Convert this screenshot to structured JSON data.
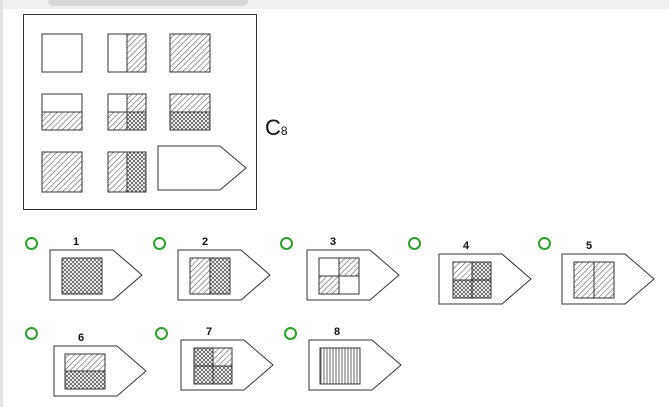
{
  "puzzle": {
    "id_letter": "C",
    "id_number": "8"
  },
  "options": [
    {
      "number": "1"
    },
    {
      "number": "2"
    },
    {
      "number": "3"
    },
    {
      "number": "4"
    },
    {
      "number": "5"
    },
    {
      "number": "6"
    },
    {
      "number": "7"
    },
    {
      "number": "8"
    }
  ],
  "colors": {
    "radio_accent": "#2e9e2e",
    "stroke": "#333333"
  }
}
